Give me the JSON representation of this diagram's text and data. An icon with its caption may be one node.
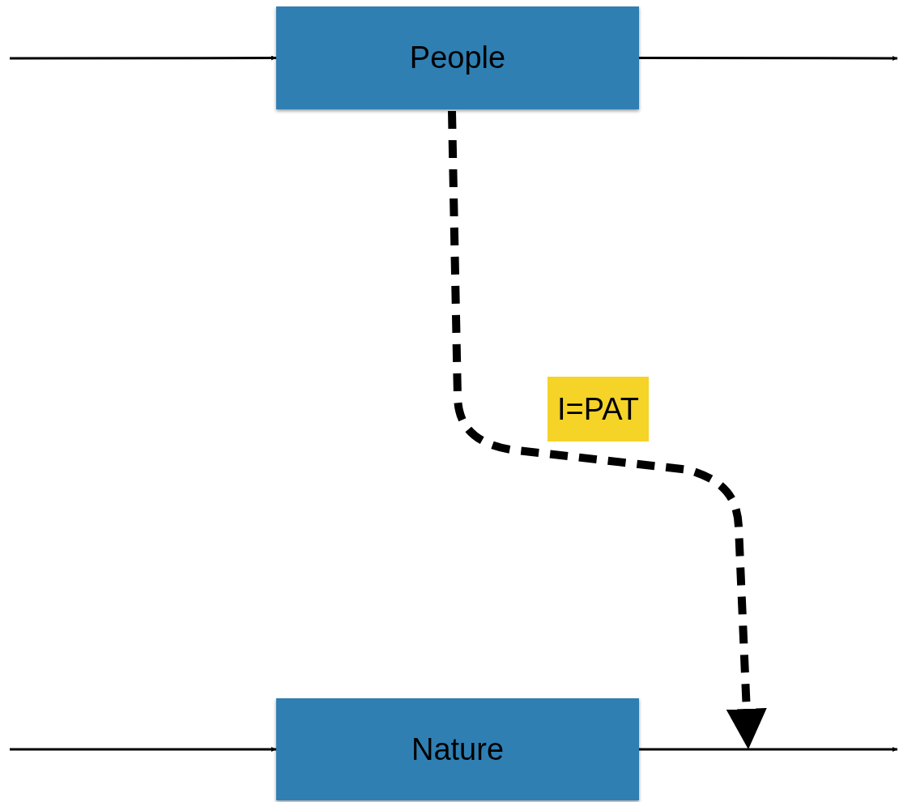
{
  "diagram": {
    "nodes": [
      {
        "text": [
          "People"
        ]
      },
      {
        "text": [
          "Nature"
        ]
      }
    ],
    "edges": [
      {
        "from": null,
        "to": 0,
        "arrow": "to"
      },
      {
        "from": 0,
        "to": null,
        "arrow": "to"
      },
      {
        "from": null,
        "to": 1,
        "arrow": "to"
      },
      {
        "from": 1,
        "to": null,
        "arrow": "to"
      },
      {
        "from": 0,
        "to": null,
        "arrow": "to",
        "style": "dashed",
        "label": "I=PAT"
      }
    ]
  }
}
